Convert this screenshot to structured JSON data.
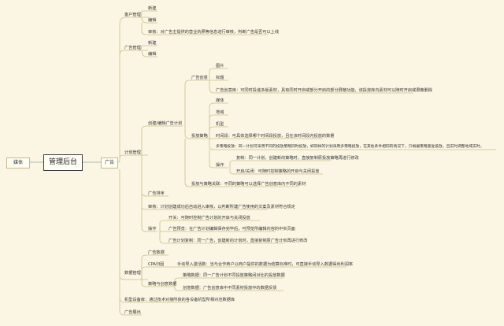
{
  "root": "管理后台",
  "left_node": "媒体",
  "right_node": "广告",
  "nodes": {
    "n1": "客户管理",
    "n1a": "新建",
    "n1b": "编辑",
    "n1c": "审核：对广告主提供的营业执照等信息进行审核，判断广告是否可以上线",
    "n2": "广告管理",
    "n2a": "新建",
    "n2b": "编辑",
    "n3": "计划管理",
    "n3a": "创建/编辑广告计划",
    "n3a1": "广告创意",
    "n3a1a": "图片",
    "n3a1b": "标题",
    "n3a1c": "广告创意库：可同时投递多版素材，具有同时开启或部分开启的部分屏蔽功能，该投放库内素材可以随时开启或屏蔽删除",
    "n3a2": "投放策略",
    "n3a2a": "媒体",
    "n3a2b": "地域",
    "n3a2c": "机型",
    "n3a2d": "时间段：可具体选择哪个时间段投放，且在该时间段内投放的数量",
    "n3a2e": "多策略投放：同一计划可采用不同的投放策略同时投放，如同样的计划采用多策略投放，在其他条件相同的情况下，只根据策略重复投放，且实时调整地域实时。",
    "n3a2f": "复制：同一计划，创建新的策略时，直接复制原投放策略再进行修改",
    "n3a2g": "操作",
    "n3a2h": "开启/关闭：可随时控制策略的开启与关闭投放",
    "n3a3": "投放与策略关联：不同的策略可以选择广告创意库内不同的素材",
    "n3b": "广告排序",
    "n3c": "审核：计划创建成功后自动进入审核，以判断所建广告使用的文案及素材符合规定",
    "n3d": "操作",
    "n3d1": "开关：可随时控制广告计划的开启与关闭投放",
    "n3d2": "广告预览：在广告计划编辑保存完毕后，可预览所编辑内容的中实页面",
    "n3d3": "广告计划复制：同一广告，创建新的计划时，直接复制原广告计划再进行修改",
    "n4": "数据管理",
    "n4a": "广告数据",
    "n4b": "CPA归因",
    "n4b1": "手动导入激活数：当与合作商户以商户提供的数据为结算标准时，可直接手动导入数据得出利润率",
    "n4c": "策略与创意数据",
    "n4c1": "策略数据：同一广告计划不同投放策略间对比的投放数据",
    "n4c2": "创意数据：广告创意库中不同素材投放中的数据反馈",
    "n5": "机型设备库：通过技术对接所获的各设备机型所相对应数据库",
    "n6": "广告展出"
  }
}
